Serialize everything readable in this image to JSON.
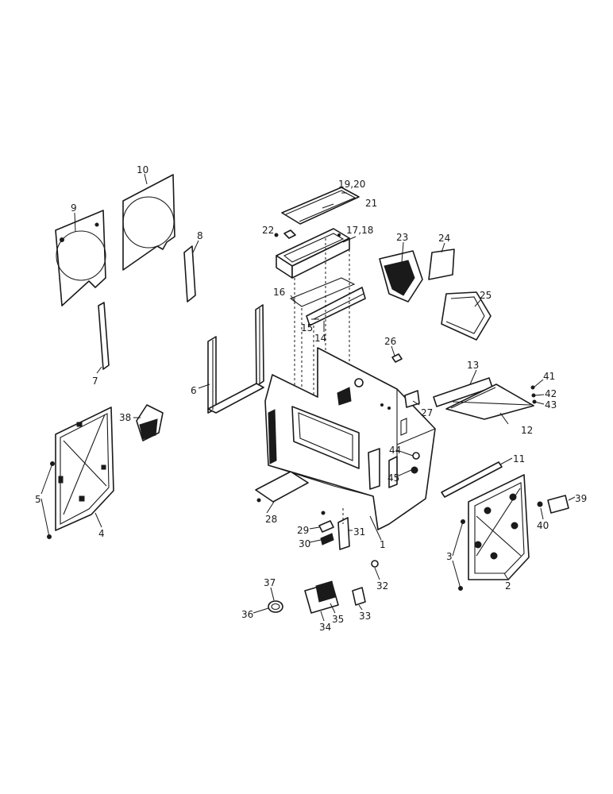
{
  "diagram": {
    "callouts": [
      "1",
      "2",
      "3",
      "4",
      "5",
      "6",
      "7",
      "8",
      "9",
      "10",
      "11",
      "12",
      "13",
      "14",
      "15",
      "16",
      "17,18",
      "19,20",
      "21",
      "22",
      "23",
      "24",
      "25",
      "26",
      "27",
      "28",
      "29",
      "30",
      "31",
      "32",
      "33",
      "34",
      "35",
      "36",
      "37",
      "38",
      "39",
      "40",
      "41",
      "42",
      "43",
      "44",
      "45"
    ]
  },
  "colors": {
    "ink": "#1a1a1a",
    "paper": "#ffffff"
  }
}
